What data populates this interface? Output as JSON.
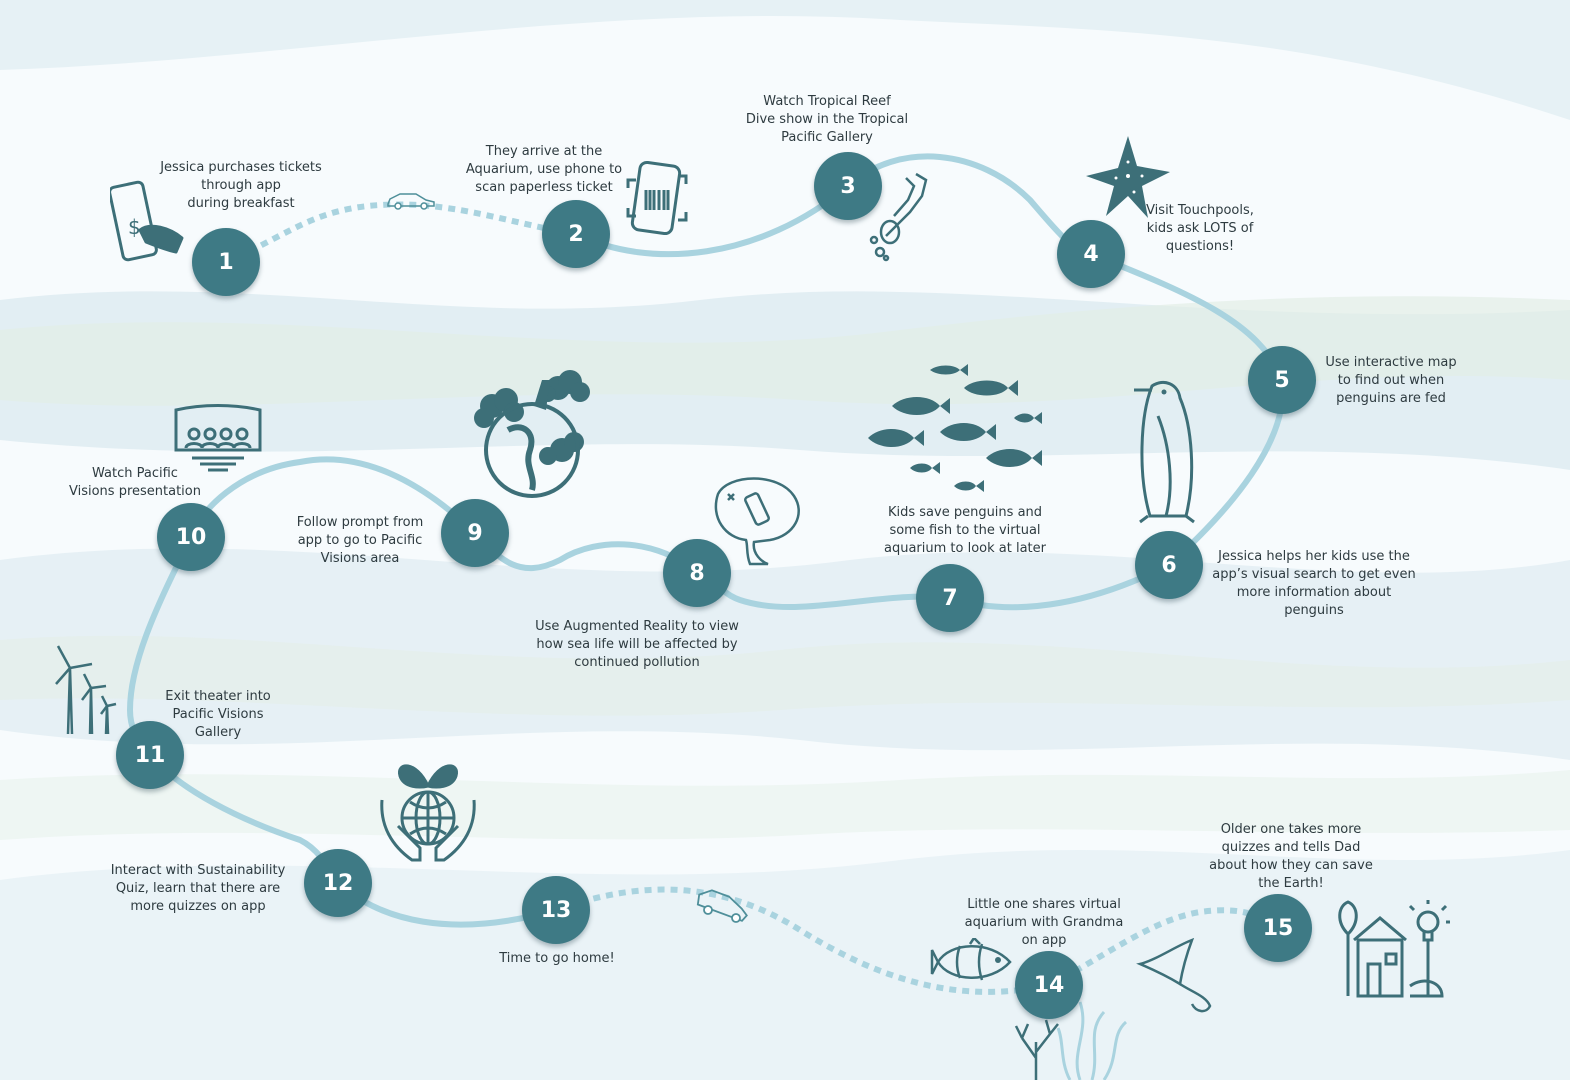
{
  "journey": {
    "steps": [
      {
        "number": "1",
        "caption": "Jessica purchases tickets\nthrough app\nduring breakfast",
        "icon": "phone-payment-icon"
      },
      {
        "number": "2",
        "caption": "They arrive at the\nAquarium, use phone to\nscan paperless ticket",
        "icon": "phone-barcode-icon"
      },
      {
        "number": "3",
        "caption": "Watch Tropical Reef\nDive show in the Tropical\nPacific Gallery",
        "icon": "scuba-diver-icon"
      },
      {
        "number": "4",
        "caption": "Visit Touchpools,\nkids ask LOTS of\nquestions!",
        "icon": "starfish-icon"
      },
      {
        "number": "5",
        "caption": "Use interactive map\nto find out when\npenguins are fed",
        "icon": ""
      },
      {
        "number": "6",
        "caption": "Jessica helps her kids use the\napp’s visual search to get even\nmore information about\npenguins",
        "icon": "penguin-icon"
      },
      {
        "number": "7",
        "caption": "Kids save penguins and\nsome fish to the virtual\naquarium to look at later",
        "icon": "fish-school-icon"
      },
      {
        "number": "8",
        "caption": "Use Augmented Reality to view\nhow sea life will be affected by\ncontinued pollution",
        "icon": "whale-bottle-icon"
      },
      {
        "number": "9",
        "caption": "Follow prompt from\napp to go to Pacific\nVisions area",
        "icon": "polluted-earth-icon"
      },
      {
        "number": "10",
        "caption": "Watch Pacific\nVisions presentation",
        "icon": "theater-icon"
      },
      {
        "number": "11",
        "caption": "Exit theater into\nPacific Visions\nGallery",
        "icon": "wind-turbines-icon"
      },
      {
        "number": "12",
        "caption": "Interact with Sustainability\nQuiz, learn that there are\nmore quizzes on app",
        "icon": "globe-hands-icon"
      },
      {
        "number": "13",
        "caption": "Time to go home!",
        "icon": "car-icon"
      },
      {
        "number": "14",
        "caption": "Little one shares virtual\naquarium with Grandma\non app",
        "icon": "clownfish-icon"
      },
      {
        "number": "15",
        "caption": "Older one takes more\nquizzes and tells Dad\nabout how they can save\nthe Earth!",
        "icon": "eco-house-icon"
      }
    ]
  },
  "colors": {
    "accent": "#3e7a85",
    "path": "#a9d3df",
    "icon": "#3d6f78",
    "background": "#f7fbfd"
  }
}
